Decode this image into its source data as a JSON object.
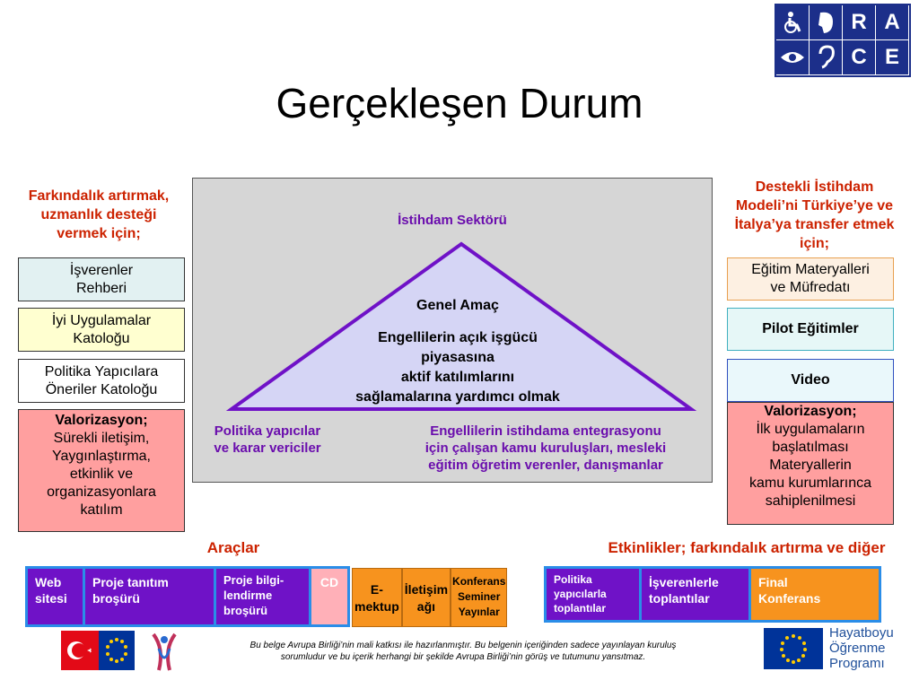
{
  "title": "Gerçekleşen Durum",
  "logo": {
    "letters": [
      "R",
      "A",
      "C",
      "E"
    ]
  },
  "left_heading": [
    "Farkındalık artırmak,",
    "uzmanlık desteği",
    "vermek için;"
  ],
  "right_heading": [
    "Destekli İstihdam",
    "Modeli’ni Türkiye’ye ve",
    "İtalya’ya transfer etmek",
    "için;"
  ],
  "left_boxes": [
    {
      "lines": [
        "İşverenler",
        "Rehberi"
      ]
    },
    {
      "lines": [
        "İyi Uygulamalar",
        "Katoloğu"
      ]
    },
    {
      "lines": [
        "Politika Yapıcılara",
        "Öneriler Katoloğu"
      ]
    }
  ],
  "left_valorization": {
    "heading": "Valorizasyon;",
    "lines": [
      "Sürekli iletişim,",
      "Yaygınlaştırma,",
      "etkinlik ve",
      "organizasyonlara",
      "katılım"
    ]
  },
  "right_boxes": [
    {
      "lines": [
        "Eğitim Materyalleri",
        "ve Müfredatı"
      ]
    },
    {
      "lines": [
        "Pilot Eğitimler"
      ]
    },
    {
      "lines": [
        "Video"
      ]
    }
  ],
  "right_valorization": {
    "heading": "Valorizasyon;",
    "lines": [
      "İlk uygulamaların",
      "başlatılması",
      "Materyallerin",
      "kamu kurumlarınca",
      "sahiplenilmesi"
    ]
  },
  "center": {
    "sector": "İstihdam Sektörü",
    "goal_title": "Genel Amaç",
    "goal_lines": [
      "Engellilerin açık işgücü",
      "piyasasına",
      "aktif katılımlarını",
      "sağlamalarına yardımcı olmak"
    ],
    "left_label": [
      "Politika yapıcılar",
      "ve  karar vericiler"
    ],
    "right_label": [
      "Engellilerin istihdama entegrasyonu",
      "için çalışan kamu kuruluşları, mesleki",
      "eğitim öğretim verenler, danışmanlar"
    ]
  },
  "tools_label": "Araçlar",
  "activities_label": "Etkinlikler; farkındalık artırma ve diğer",
  "tools": [
    {
      "lines": [
        "Web",
        "sitesi"
      ]
    },
    {
      "lines": [
        "Proje tanıtım",
        "broşürü"
      ]
    },
    {
      "lines": [
        "Proje bilgi-",
        "lendirme",
        "broşürü"
      ]
    },
    {
      "lines": [
        "CD"
      ]
    }
  ],
  "tools2": [
    {
      "lines": [
        "E-",
        "mektup"
      ]
    },
    {
      "lines": [
        "İletişim",
        "ağı"
      ]
    },
    {
      "lines": [
        "Konferans",
        "Seminer",
        "Yayınlar"
      ]
    }
  ],
  "activities": [
    {
      "lines": [
        "Politika",
        "yapıcılarla",
        "toplantılar"
      ]
    },
    {
      "lines": [
        "İşverenlerle",
        "toplantılar"
      ]
    },
    {
      "lines": [
        "Final",
        "Konferans"
      ]
    }
  ],
  "footer": [
    "Bu belge Avrupa Birliği’nin mali katkısı ile hazırlanmıştır. Bu belgenin içeriğinden sadece yayınlayan kuruluş",
    "sorumludur ve bu içerik herhangi bir şekilde Avrupa Birliği’nin görüş ve tutumunu yansıtmaz."
  ],
  "program_logo": [
    "Hayatboyu",
    "Öğrenme",
    "Programı"
  ],
  "colors": {
    "accent_red": "#cc2200",
    "purple": "#6f12c7",
    "blue_border": "#2a8de8",
    "orange": "#f7931e",
    "pink": "#ffb0b8",
    "race_blue": "#1c2f8a"
  }
}
